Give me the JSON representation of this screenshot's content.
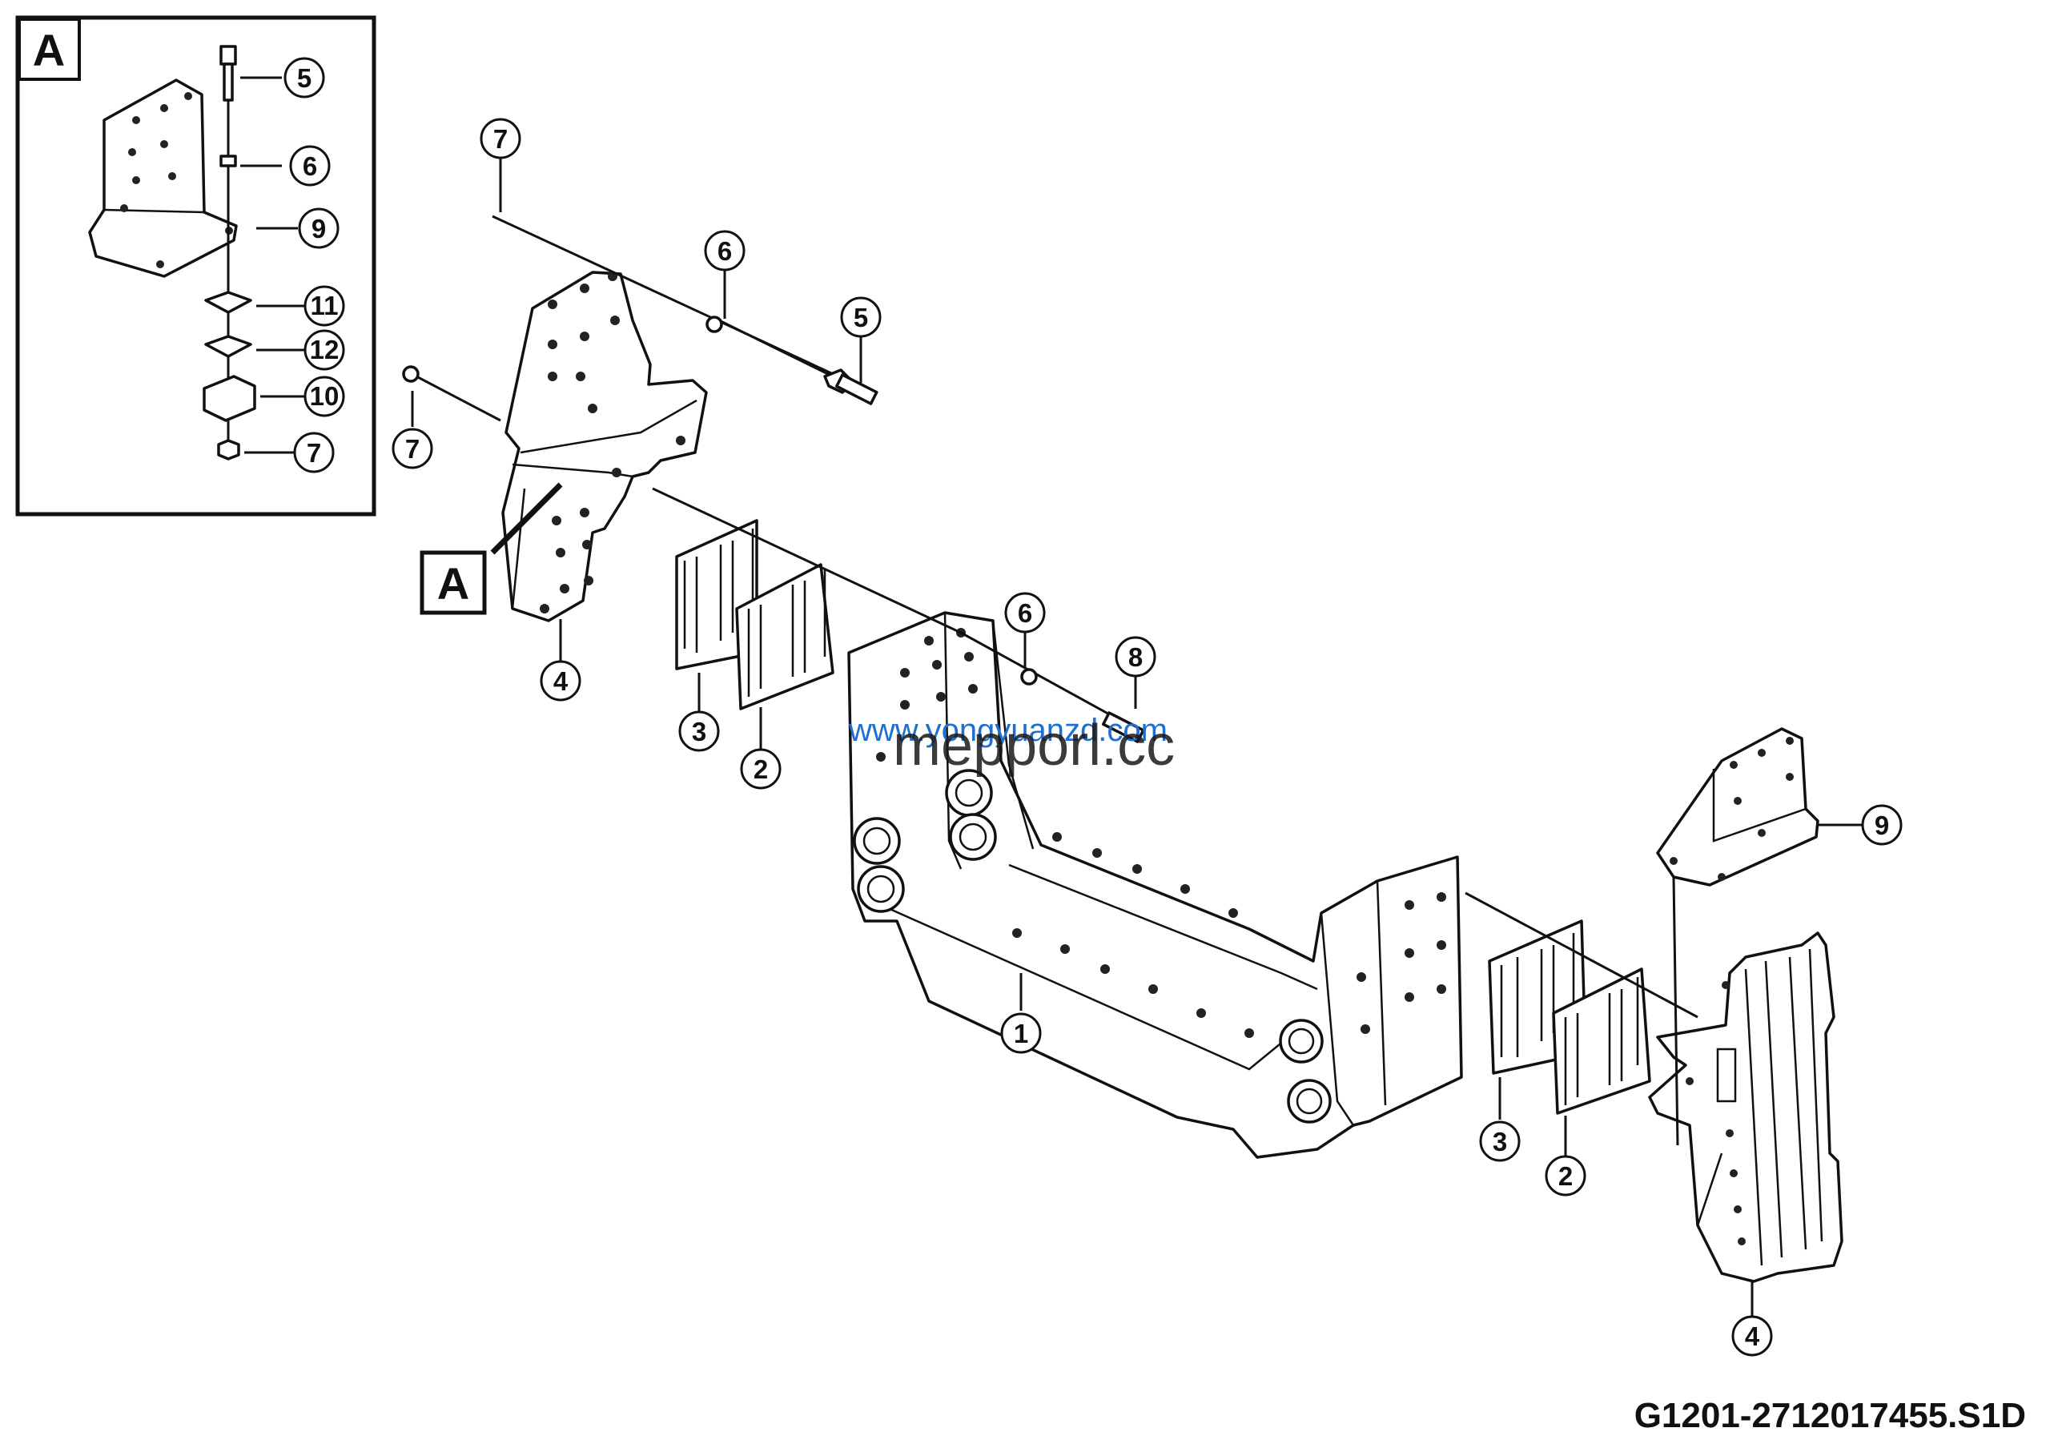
{
  "inset": {
    "letter": "A"
  },
  "pointer": {
    "letter": "A"
  },
  "callouts": {
    "inset_5": "5",
    "inset_6": "6",
    "inset_9": "9",
    "inset_11": "11",
    "inset_12": "12",
    "inset_10": "10",
    "inset_7": "7",
    "top_7": "7",
    "top_6": "6",
    "top_5": "5",
    "left_7": "7",
    "left_4": "4",
    "left_3": "3",
    "left_2": "2",
    "mid_6": "6",
    "mid_8": "8",
    "main_1": "1",
    "right_9": "9",
    "right_3": "3",
    "right_2": "2",
    "right_4": "4"
  },
  "watermark": {
    "line1": "www.yongyuanzd.com",
    "line2": "mepporl.cc"
  },
  "figure_code": "G1201-2712017455.S1D"
}
